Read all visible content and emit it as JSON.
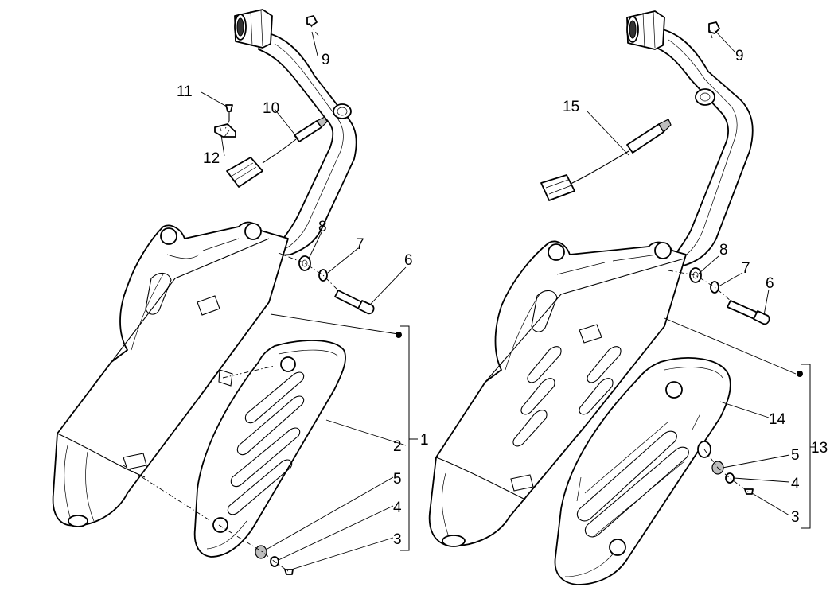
{
  "left_assembly": {
    "callouts": {
      "c1": "1",
      "c2": "2",
      "c3": "3",
      "c4": "4",
      "c5": "5",
      "c6": "6",
      "c7": "7",
      "c8": "8",
      "c9": "9",
      "c10": "10",
      "c11": "11",
      "c12": "12"
    }
  },
  "right_assembly": {
    "callouts": {
      "c3": "3",
      "c4": "4",
      "c5": "5",
      "c6": "6",
      "c7": "7",
      "c8": "8",
      "c9": "9",
      "c13": "13",
      "c14": "14",
      "c15": "15"
    }
  },
  "colors": {
    "line": "#000000",
    "background": "#ffffff",
    "fill_grey": "#bdbdbd"
  }
}
